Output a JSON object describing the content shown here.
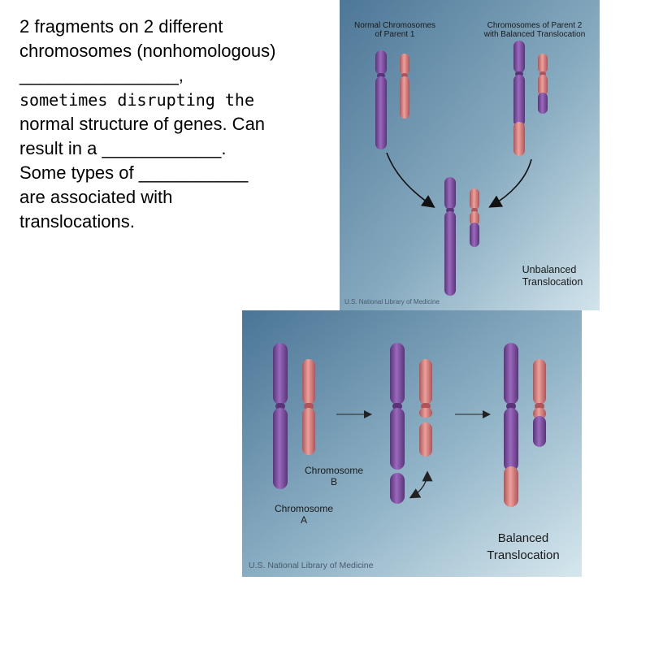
{
  "text": {
    "lines": [
      "2 fragments on 2 different",
      "chromosomes (nonhomologous)",
      "________________,",
      " sometimes disrupting the",
      "normal structure of genes. Can",
      "result in a ____________.",
      "Some types of ___________",
      "are associated with",
      "translocations."
    ]
  },
  "top_panel": {
    "label_parent1_line1": "Normal Chromosomes",
    "label_parent1_line2": "of Parent 1",
    "label_parent2_line1": "Chromosomes of Parent 2",
    "label_parent2_line2": "with Balanced Translocation",
    "label_result_line1": "Unbalanced",
    "label_result_line2": "Translocation",
    "credit": "U.S. National Library of Medicine"
  },
  "bottom_panel": {
    "label_chrom_b_line1": "Chromosome",
    "label_chrom_b_line2": "B",
    "label_chrom_a_line1": "Chromosome",
    "label_chrom_a_line2": "A",
    "label_result_line1": "Balanced",
    "label_result_line2": "Translocation",
    "credit": "U.S. National Library of Medicine"
  },
  "colors": {
    "purple": "#7d4a9e",
    "purple_dark": "#5b3379",
    "pink": "#d9817c",
    "pink_dark": "#b85e5c",
    "bg_dark": "#4f7b9b",
    "bg_light": "#c9dde8"
  }
}
